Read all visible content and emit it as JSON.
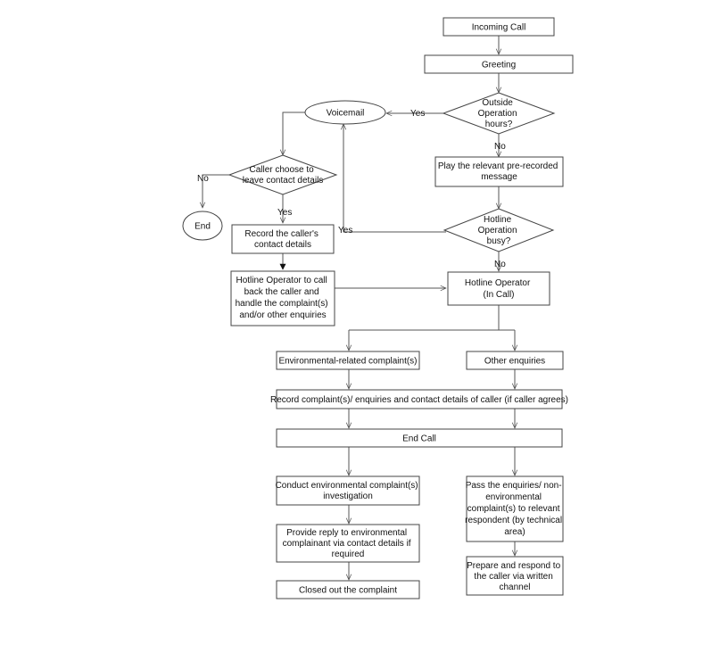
{
  "nodes": {
    "incoming_call": "Incoming Call",
    "greeting": "Greeting",
    "outside_hours": [
      "Outside",
      "Operation",
      "hours?"
    ],
    "voicemail": "Voicemail",
    "play_message": [
      "Play the relevant pre-recorded",
      "message"
    ],
    "caller_choose": [
      "Caller choose to",
      "leave contact details"
    ],
    "end_left": "End",
    "hotline_busy": [
      "Hotline",
      "Operation",
      "busy?"
    ],
    "record_contact": [
      "Record the caller's",
      "contact details"
    ],
    "operator_callback": [
      "Hotline Operator to call",
      "back the caller and",
      "handle the complaint(s)",
      "and/or other enquiries"
    ],
    "operator_in_call": [
      "Hotline Operator",
      "(In Call)"
    ],
    "env_complaints": "Environmental-related complaint(s)",
    "other_enquiries": "Other enquiries",
    "record_complaints": "Record complaint(s)/ enquiries and contact details of caller (if caller agrees)",
    "end_call": "End Call",
    "conduct_investigation": [
      "Conduct environmental complaint(s)",
      "investigation"
    ],
    "pass_enquiries": [
      "Pass the enquiries/ non-",
      "environmental",
      "complaint(s) to relevant",
      "respondent (by technical",
      "area)"
    ],
    "provide_reply": [
      "Provide reply to environmental",
      "complainant via contact details if",
      "required"
    ],
    "prepare_respond": [
      "Prepare and respond to",
      "the caller via written",
      "channel"
    ],
    "closed_out": "Closed out the complaint"
  },
  "edge_labels": {
    "outside_yes": "Yes",
    "outside_no": "No",
    "choose_no": "No",
    "choose_yes": "Yes",
    "busy_yes": "Yes",
    "busy_no": "No"
  },
  "colors": {
    "stroke": "#444444",
    "text": "#111111",
    "background": "#ffffff"
  }
}
